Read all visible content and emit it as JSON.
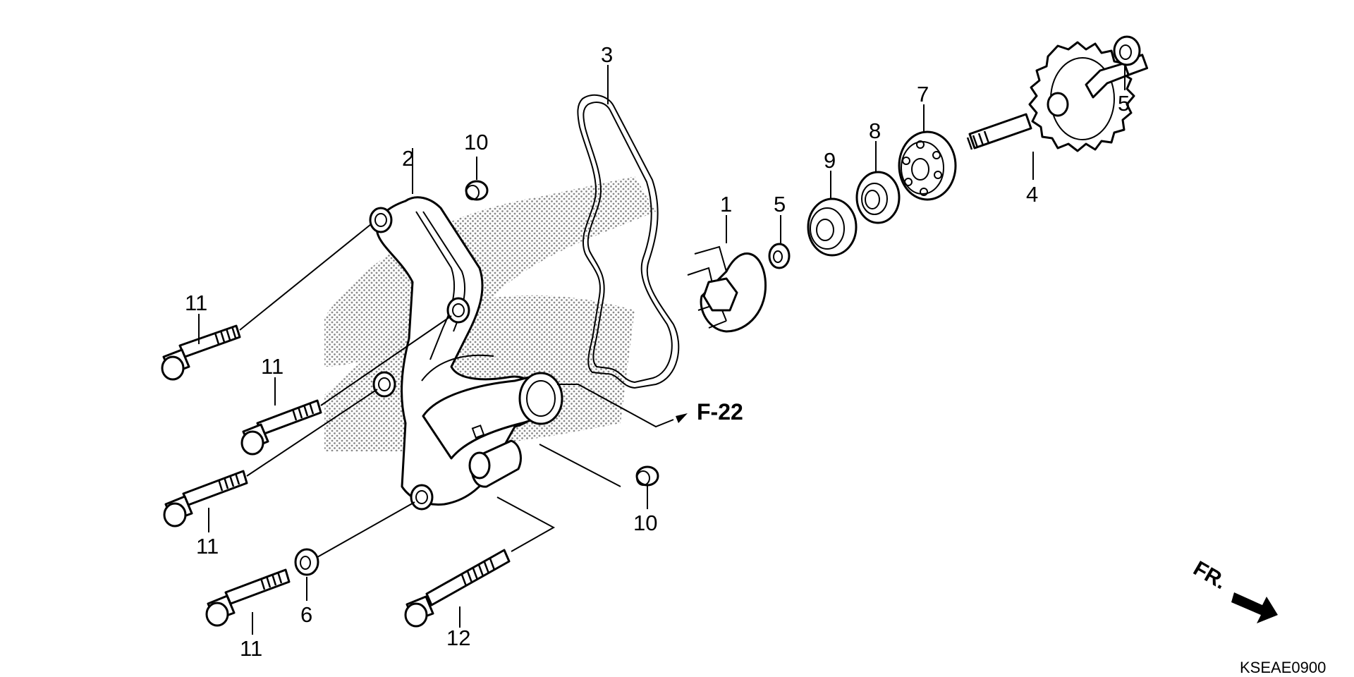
{
  "callouts": {
    "c1": "1",
    "c2": "2",
    "c3": "3",
    "c4": "4",
    "c5a": "5",
    "c5b": "5",
    "c6": "6",
    "c7": "7",
    "c8": "8",
    "c9": "9",
    "c10a": "10",
    "c10b": "10",
    "c11a": "11",
    "c11b": "11",
    "c11c": "11",
    "c11d": "11",
    "c12": "12"
  },
  "reference": "F-22",
  "front_marker": "FR.",
  "diagram_code": "KSEAE0900",
  "colors": {
    "ink": "#000000",
    "shade": "#9a9a9a",
    "paper": "#ffffff"
  }
}
